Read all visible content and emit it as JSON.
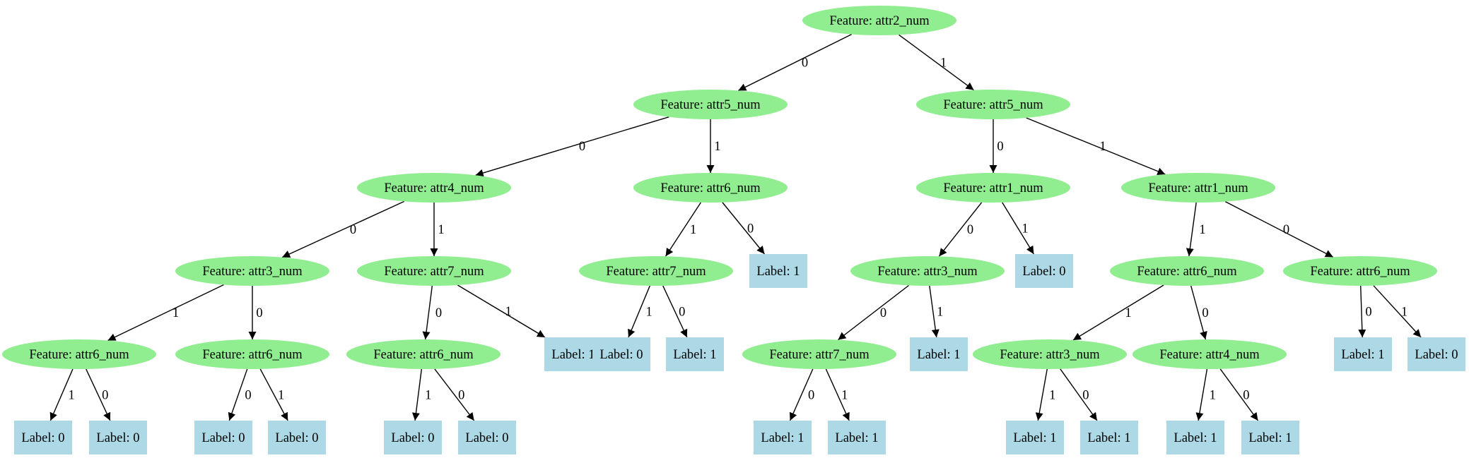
{
  "colors": {
    "feature_fill": "#90ee90",
    "label_fill": "#add8e6",
    "edge": "#000000"
  },
  "nodes": [
    {
      "id": "n0",
      "kind": "feature",
      "text": "Feature: attr2_num"
    },
    {
      "id": "n1",
      "kind": "feature",
      "text": "Feature: attr5_num"
    },
    {
      "id": "n2",
      "kind": "feature",
      "text": "Feature: attr5_num"
    },
    {
      "id": "n3",
      "kind": "feature",
      "text": "Feature: attr4_num"
    },
    {
      "id": "n4",
      "kind": "feature",
      "text": "Feature: attr6_num"
    },
    {
      "id": "n5",
      "kind": "feature",
      "text": "Feature: attr1_num"
    },
    {
      "id": "n6",
      "kind": "feature",
      "text": "Feature: attr1_num"
    },
    {
      "id": "n7",
      "kind": "feature",
      "text": "Feature: attr3_num"
    },
    {
      "id": "n8",
      "kind": "feature",
      "text": "Feature: attr7_num"
    },
    {
      "id": "n9",
      "kind": "feature",
      "text": "Feature: attr7_num"
    },
    {
      "id": "n10",
      "kind": "label",
      "text": "Label: 1"
    },
    {
      "id": "n11",
      "kind": "feature",
      "text": "Feature: attr3_num"
    },
    {
      "id": "n12",
      "kind": "label",
      "text": "Label: 0"
    },
    {
      "id": "n13",
      "kind": "feature",
      "text": "Feature: attr6_num"
    },
    {
      "id": "n14",
      "kind": "feature",
      "text": "Feature: attr6_num"
    },
    {
      "id": "n15",
      "kind": "feature",
      "text": "Feature: attr6_num"
    },
    {
      "id": "n16",
      "kind": "feature",
      "text": "Feature: attr6_num"
    },
    {
      "id": "n17",
      "kind": "feature",
      "text": "Feature: attr6_num"
    },
    {
      "id": "n18",
      "kind": "label",
      "text": "Label: 1"
    },
    {
      "id": "n19",
      "kind": "label",
      "text": "Label: 0"
    },
    {
      "id": "n20",
      "kind": "label",
      "text": "Label: 1"
    },
    {
      "id": "n21",
      "kind": "feature",
      "text": "Feature: attr7_num"
    },
    {
      "id": "n22",
      "kind": "label",
      "text": "Label: 1"
    },
    {
      "id": "n23",
      "kind": "feature",
      "text": "Feature: attr3_num"
    },
    {
      "id": "n24",
      "kind": "feature",
      "text": "Feature: attr4_num"
    },
    {
      "id": "n25",
      "kind": "label",
      "text": "Label: 1"
    },
    {
      "id": "n26",
      "kind": "label",
      "text": "Label: 0"
    },
    {
      "id": "n27",
      "kind": "label",
      "text": "Label: 0"
    },
    {
      "id": "n28",
      "kind": "label",
      "text": "Label: 0"
    },
    {
      "id": "n29",
      "kind": "label",
      "text": "Label: 0"
    },
    {
      "id": "n30",
      "kind": "label",
      "text": "Label: 0"
    },
    {
      "id": "n31",
      "kind": "label",
      "text": "Label: 0"
    },
    {
      "id": "n32",
      "kind": "label",
      "text": "Label: 0"
    },
    {
      "id": "n33",
      "kind": "label",
      "text": "Label: 1"
    },
    {
      "id": "n34",
      "kind": "label",
      "text": "Label: 1"
    },
    {
      "id": "n35",
      "kind": "label",
      "text": "Label: 1"
    },
    {
      "id": "n36",
      "kind": "label",
      "text": "Label: 1"
    },
    {
      "id": "n37",
      "kind": "label",
      "text": "Label: 1"
    },
    {
      "id": "n38",
      "kind": "label",
      "text": "Label: 1"
    }
  ],
  "edges": [
    {
      "from": "n0",
      "to": "n1",
      "label": "0"
    },
    {
      "from": "n0",
      "to": "n2",
      "label": "1"
    },
    {
      "from": "n1",
      "to": "n3",
      "label": "0"
    },
    {
      "from": "n1",
      "to": "n4",
      "label": "1"
    },
    {
      "from": "n2",
      "to": "n5",
      "label": "0"
    },
    {
      "from": "n2",
      "to": "n6",
      "label": "1"
    },
    {
      "from": "n3",
      "to": "n7",
      "label": "0"
    },
    {
      "from": "n3",
      "to": "n8",
      "label": "1"
    },
    {
      "from": "n4",
      "to": "n9",
      "label": "1"
    },
    {
      "from": "n4",
      "to": "n10",
      "label": "0"
    },
    {
      "from": "n5",
      "to": "n11",
      "label": "0"
    },
    {
      "from": "n5",
      "to": "n12",
      "label": "1"
    },
    {
      "from": "n6",
      "to": "n16",
      "label": "1"
    },
    {
      "from": "n6",
      "to": "n17",
      "label": "0"
    },
    {
      "from": "n7",
      "to": "n13",
      "label": "1"
    },
    {
      "from": "n7",
      "to": "n14",
      "label": "0"
    },
    {
      "from": "n8",
      "to": "n15",
      "label": "0"
    },
    {
      "from": "n8",
      "to": "n18",
      "label": "1"
    },
    {
      "from": "n9",
      "to": "n19",
      "label": "1"
    },
    {
      "from": "n9",
      "to": "n20",
      "label": "0"
    },
    {
      "from": "n11",
      "to": "n21",
      "label": "0"
    },
    {
      "from": "n11",
      "to": "n22",
      "label": "1"
    },
    {
      "from": "n16",
      "to": "n23",
      "label": "1"
    },
    {
      "from": "n16",
      "to": "n24",
      "label": "0"
    },
    {
      "from": "n17",
      "to": "n25",
      "label": "0"
    },
    {
      "from": "n17",
      "to": "n26",
      "label": "1"
    },
    {
      "from": "n13",
      "to": "n27",
      "label": "1"
    },
    {
      "from": "n13",
      "to": "n28",
      "label": "0"
    },
    {
      "from": "n14",
      "to": "n29",
      "label": "0"
    },
    {
      "from": "n14",
      "to": "n30",
      "label": "1"
    },
    {
      "from": "n15",
      "to": "n31",
      "label": "1"
    },
    {
      "from": "n15",
      "to": "n32",
      "label": "0"
    },
    {
      "from": "n21",
      "to": "n33",
      "label": "0"
    },
    {
      "from": "n21",
      "to": "n34",
      "label": "1"
    },
    {
      "from": "n23",
      "to": "n35",
      "label": "1"
    },
    {
      "from": "n23",
      "to": "n36",
      "label": "0"
    },
    {
      "from": "n24",
      "to": "n37",
      "label": "1"
    },
    {
      "from": "n24",
      "to": "n38",
      "label": "0"
    }
  ]
}
